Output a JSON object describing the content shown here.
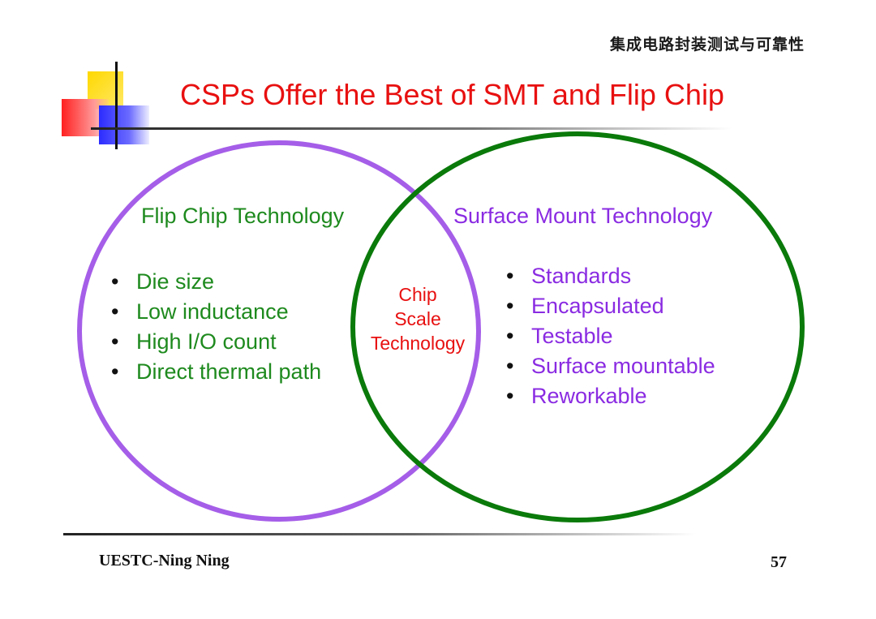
{
  "header": {
    "caption": "集成电路封装测试与可靠性"
  },
  "title": "CSPs Offer the Best of SMT and Flip Chip",
  "colors": {
    "title": "#e81010",
    "left_circle": "#a55ee8",
    "right_circle": "#0a7a0a",
    "left_text": "#1e8a1e",
    "right_text": "#8a2be2",
    "center_text": "#e81010"
  },
  "venn": {
    "left": {
      "label": "Flip Chip Technology",
      "items": [
        "Die size",
        "Low inductance",
        "High I/O count",
        "Direct thermal path"
      ]
    },
    "right": {
      "label": "Surface Mount Technology",
      "items": [
        "Standards",
        "Encapsulated",
        "Testable",
        "Surface mountable",
        "Reworkable"
      ]
    },
    "intersection": {
      "lines": [
        "Chip",
        "Scale",
        "Technology"
      ]
    }
  },
  "footer": {
    "author": "UESTC-Ning Ning",
    "page_number": "57"
  }
}
